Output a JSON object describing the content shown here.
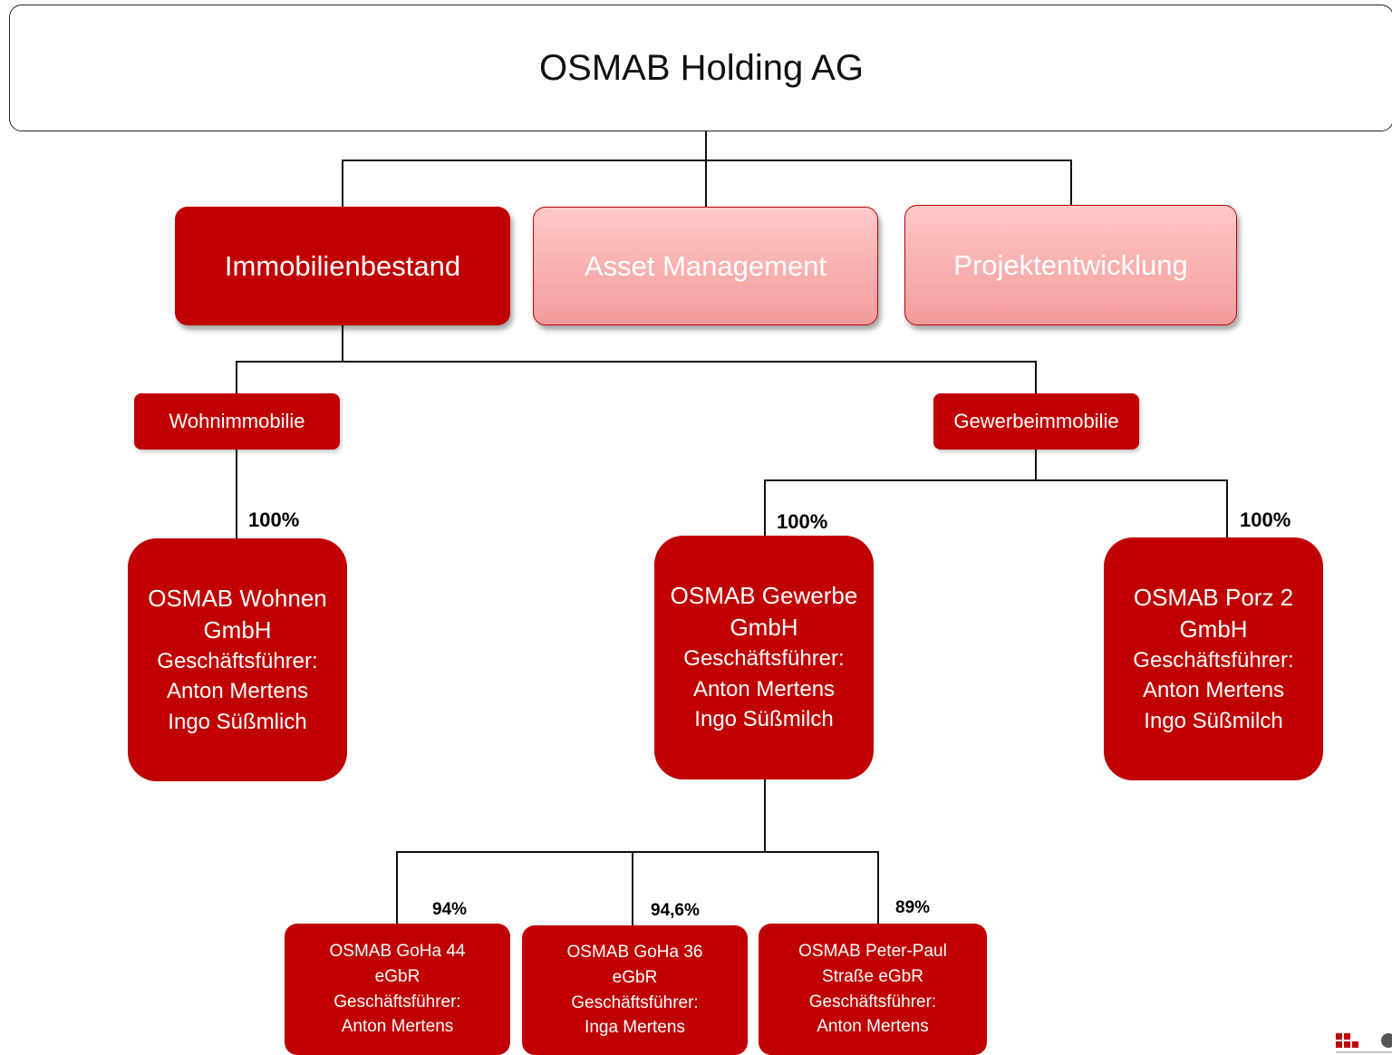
{
  "holding": "OSMAB Holding AG",
  "divisions": [
    "Immobilienbestand",
    "Asset Management",
    "Projektentwicklung"
  ],
  "segments": [
    "Wohnimmobilie",
    "Gewerbeimmobilie"
  ],
  "companies": [
    {
      "name1": "OSMAB Wohnen",
      "name2": "GmbH",
      "gf_label": "Geschäftsführer:",
      "gf1": "Anton Mertens",
      "gf2": "Ingo Süßmlich",
      "share": "100%"
    },
    {
      "name1": "OSMAB Gewerbe",
      "name2": "GmbH",
      "gf_label": "Geschäftsführer:",
      "gf1": "Anton Mertens",
      "gf2": "Ingo Süßmilch",
      "share": "100%"
    },
    {
      "name1": "OSMAB Porz 2",
      "name2": "GmbH",
      "gf_label": "Geschäftsführer:",
      "gf1": "Anton Mertens",
      "gf2": "Ingo Süßmilch",
      "share": "100%"
    }
  ],
  "subsidiaries": [
    {
      "name1": "OSMAB GoHa 44",
      "name2": "eGbR",
      "gf_label": "Geschäftsführer:",
      "gf1": "Anton Mertens",
      "share": "94%"
    },
    {
      "name1": "OSMAB GoHa 36",
      "name2": "eGbR",
      "gf_label": "Geschäftsführer:",
      "gf1": "Inga Mertens",
      "share": "94,6%"
    },
    {
      "name1": "OSMAB Peter-Paul",
      "name2": "Straße eGbR",
      "gf_label": "Geschäftsführer:",
      "gf1": "Anton Mertens",
      "share": "89%"
    }
  ],
  "colors": {
    "primary": "#c00000",
    "light": "#f4a6a6",
    "line": "#111111"
  }
}
